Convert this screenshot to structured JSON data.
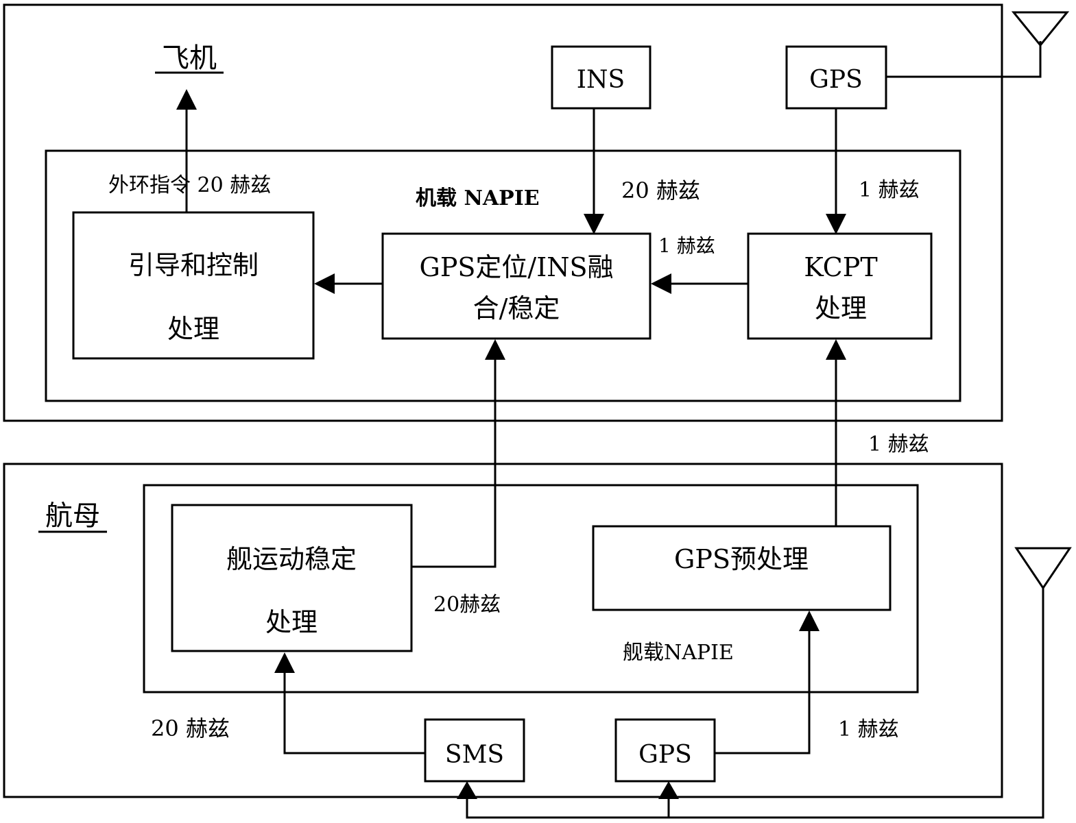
{
  "aircraft": {
    "title": "飞机",
    "onboard_label": "机载 NAPIE",
    "outer_loop_label": "外环指令 20 赫兹",
    "ins": "INS",
    "gps": "GPS",
    "rate_ins": "20 赫兹",
    "rate_gps": "1 赫兹",
    "rate_kcpt_to_fusion": "1 赫兹",
    "guidance_line1": "引导和控制",
    "guidance_line2": "处理",
    "fusion_line1": "GPS定位/INS融",
    "fusion_line2": "合/稳定",
    "kcpt_line1": "KCPT",
    "kcpt_line2": "处理"
  },
  "carrier": {
    "title": "航母",
    "onboard_label": "舰载NAPIE",
    "ship_line1": "舰运动稳定",
    "ship_line2": "处理",
    "gps_pre": "GPS预处理",
    "sms": "SMS",
    "gps": "GPS",
    "rate_ship_up": "20赫兹",
    "rate_sms": "20 赫兹",
    "rate_gps": "1 赫兹",
    "rate_uplink": "1 赫兹"
  }
}
